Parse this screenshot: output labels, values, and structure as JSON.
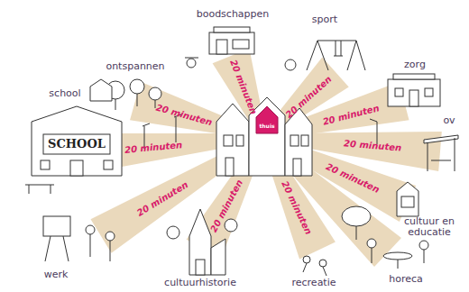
{
  "diagram": {
    "labels": [
      "ontspannen",
      "boodschappen",
      "sport",
      "zorg",
      "ov",
      "school",
      "SCHOOL",
      "thuis",
      "cultuur en educatie",
      "horeca",
      "recreatie",
      "cultuurhistorie",
      "werk",
      "20 minuten",
      "20 minuten",
      "20 minuten",
      "20 minuten",
      "20 minuten",
      "20 minuten",
      "20 minuten",
      "20 minuten",
      "20 minuten",
      "20 minuten"
    ]
  }
}
